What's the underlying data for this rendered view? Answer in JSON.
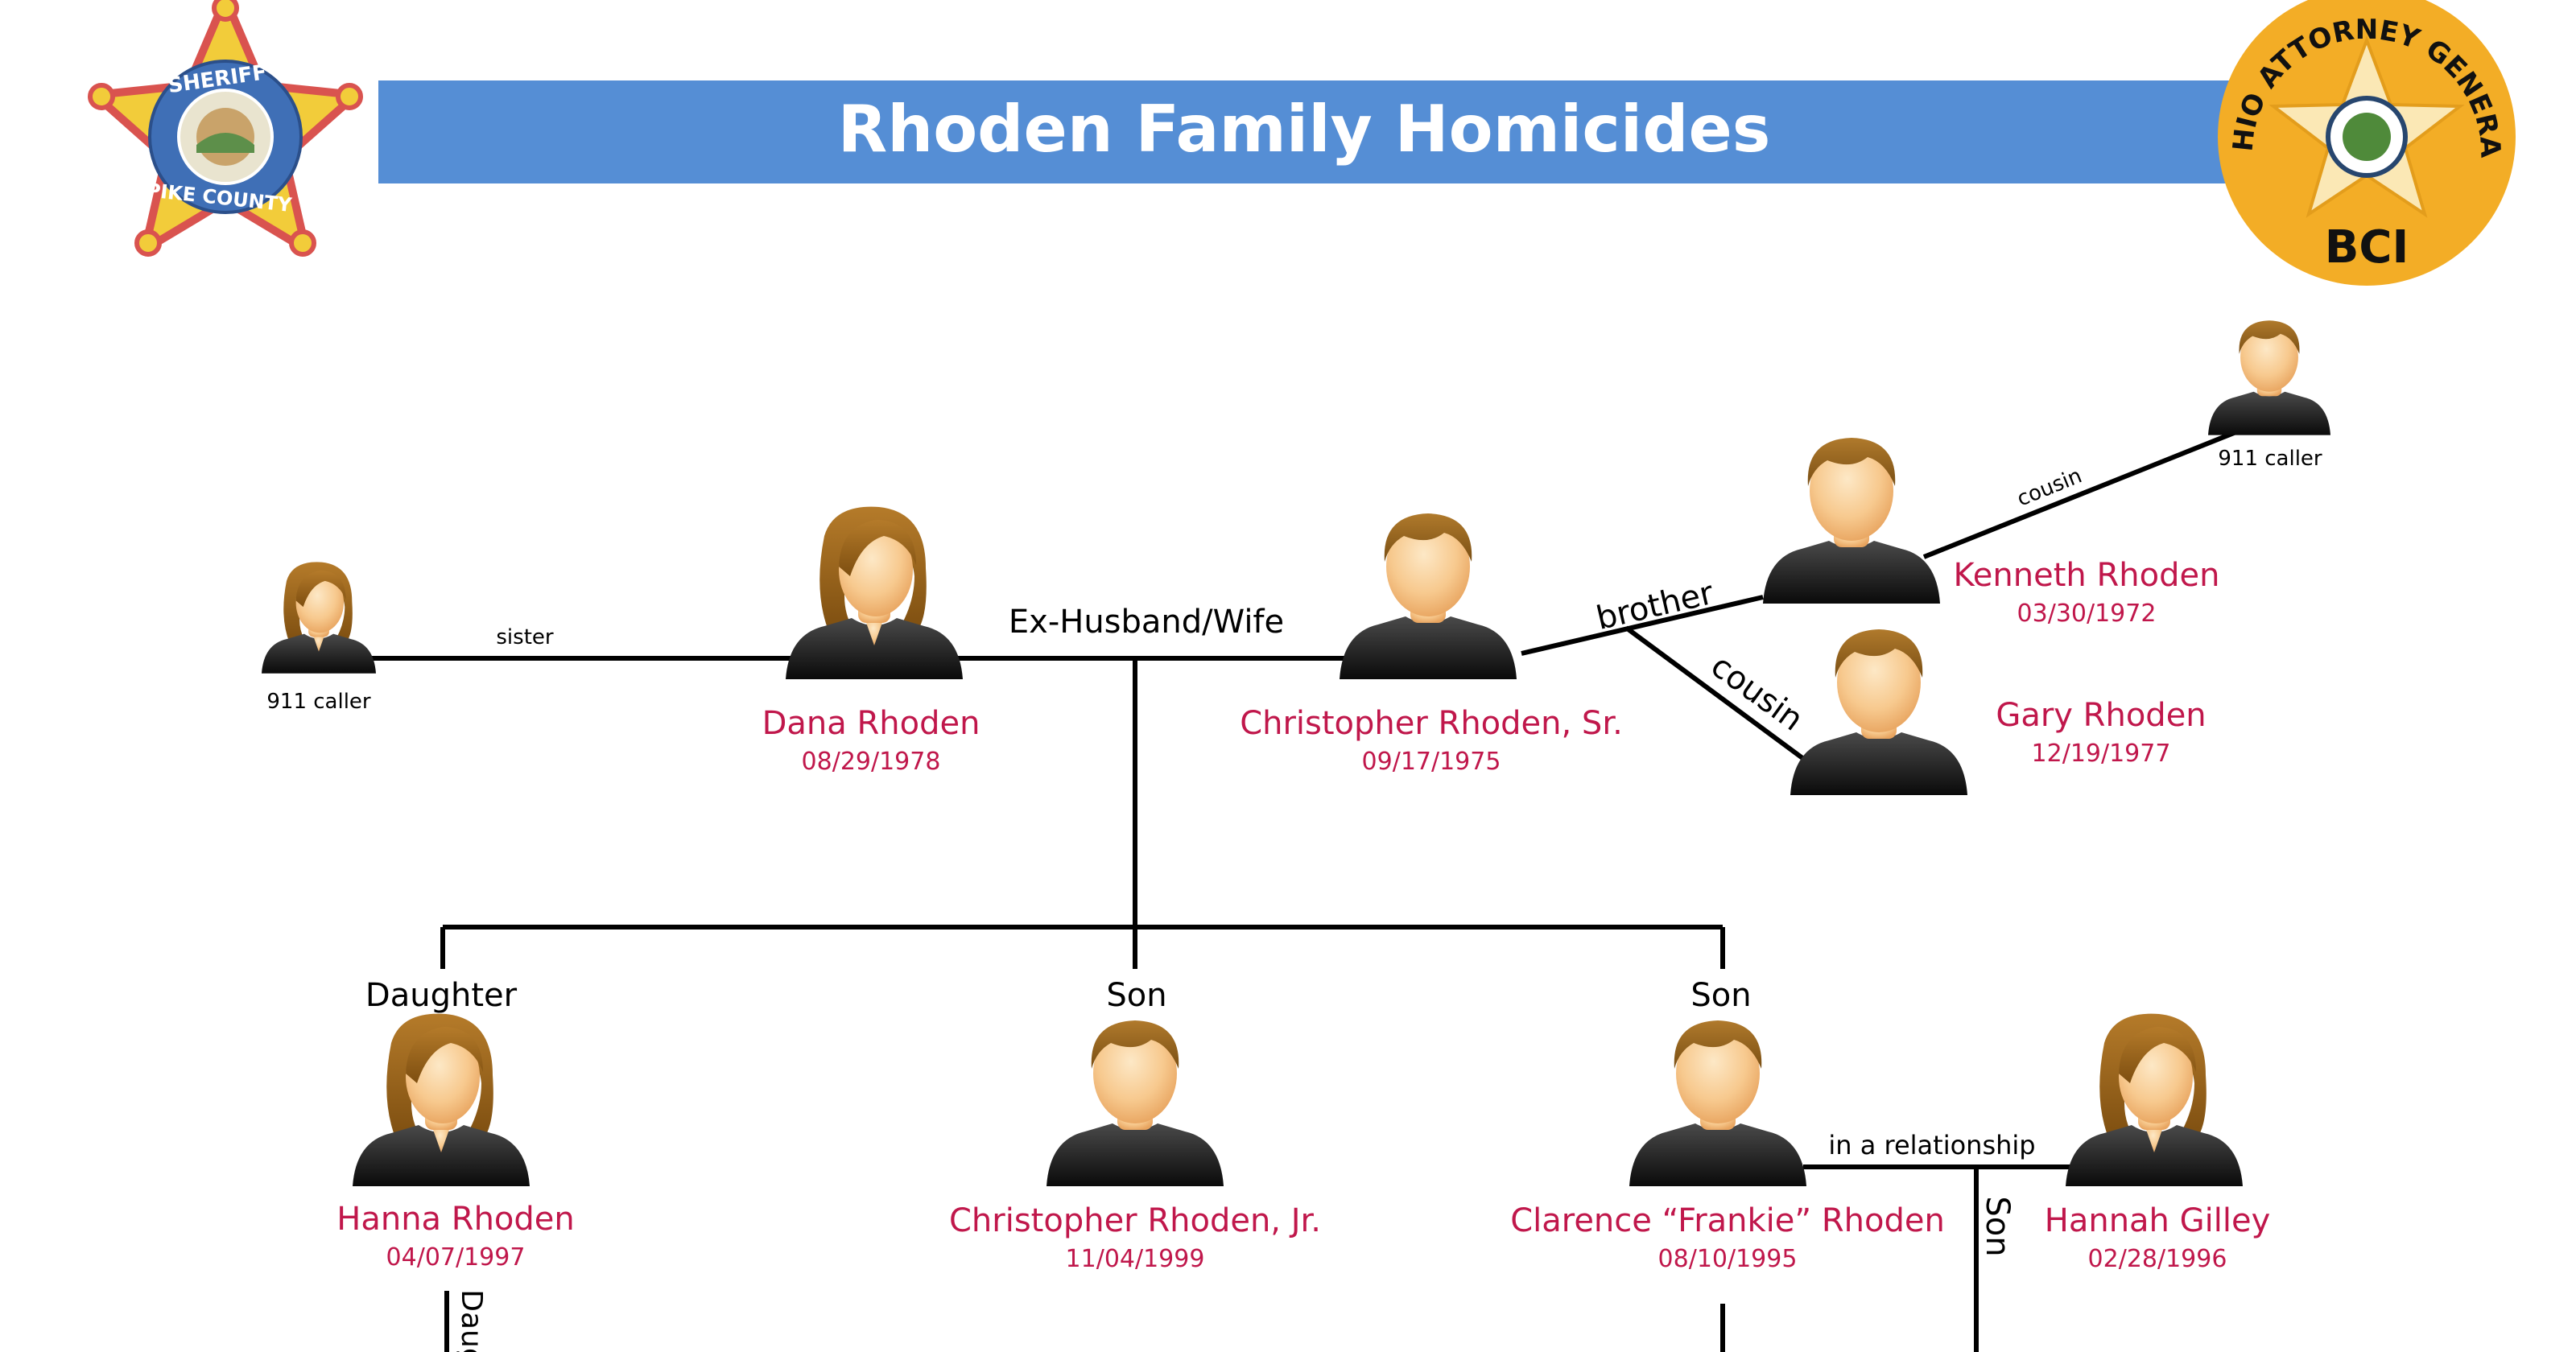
{
  "header": {
    "title": "Rhoden Family Homicides",
    "bar_color": "#558ed5"
  },
  "logos": {
    "sheriff": {
      "top_text": "SHERIFF",
      "bottom_text": "PIKE COUNTY",
      "star_color": "#f2cc3a",
      "star_outline": "#d9534f",
      "seal_color": "#3f6fb6"
    },
    "bci": {
      "arc_text": "OHIO ATTORNEY GENERAL",
      "bottom_text": "BCI",
      "disc_color": "#f3ad26",
      "star_color": "#fbe8b5"
    }
  },
  "colors": {
    "name": "#c0174b",
    "line": "#000000",
    "text": "#000000"
  },
  "people": {
    "sister_caller": {
      "label": "911 caller"
    },
    "dana": {
      "name": "Dana Rhoden",
      "date": "08/29/1978"
    },
    "chris_sr": {
      "name": "Christopher Rhoden, Sr.",
      "date": "09/17/1975"
    },
    "kenneth": {
      "name": "Kenneth Rhoden",
      "date": "03/30/1972"
    },
    "gary": {
      "name": "Gary Rhoden",
      "date": "12/19/1977"
    },
    "cousin_caller": {
      "label": "911 caller"
    },
    "hanna": {
      "name": "Hanna Rhoden",
      "date": "04/07/1997"
    },
    "chris_jr": {
      "name": "Christopher Rhoden, Jr.",
      "date": "11/04/1999"
    },
    "frankie": {
      "name": "Clarence “Frankie” Rhoden",
      "date": "08/10/1995"
    },
    "hannah_gilley": {
      "name": "Hannah Gilley",
      "date": "02/28/1996"
    }
  },
  "relations": {
    "sister": "sister",
    "ex_spouse": "Ex-Husband/Wife",
    "brother": "brother",
    "cousin_gary": "cousin",
    "cousin_caller": "cousin",
    "daughter": "Daughter",
    "son_jr": "Son",
    "son_frankie": "Son",
    "relationship": "in a relationship",
    "son_vertical": "Son",
    "daughter_vertical": "Daug"
  }
}
